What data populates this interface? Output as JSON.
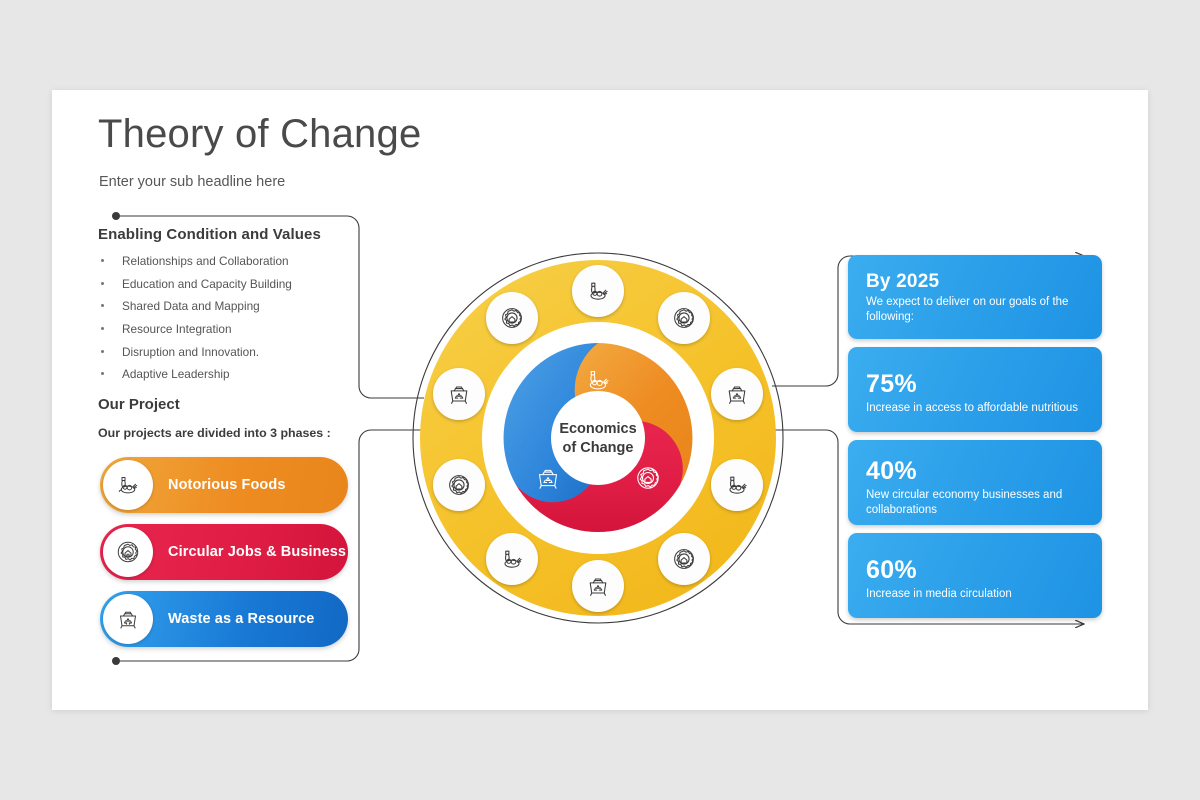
{
  "slide": {
    "title": "Theory of Change",
    "subtitle": "Enter your sub headline here"
  },
  "left": {
    "enabling_heading": "Enabling Condition and Values",
    "bullets": [
      "Relationships and Collaboration",
      "Education and Capacity Building",
      "Shared Data and Mapping",
      "Resource Integration",
      "Disruption and Innovation.",
      "Adaptive Leadership"
    ],
    "project_heading": "Our Project",
    "phases_note": "Our projects are divided into 3 phases :",
    "phases": [
      {
        "label": "Notorious Foods",
        "color": "#EE8C22",
        "icon": "groceries-icon"
      },
      {
        "label": "Circular Jobs & Business",
        "color": "#E01E45",
        "icon": "gear-home-icon"
      },
      {
        "label": "Waste as a Resource",
        "color": "#1878D4",
        "icon": "recycle-bin-icon"
      }
    ]
  },
  "wheel": {
    "center_line1": "Economics",
    "center_line2": "of Change",
    "ring_color": "#F5C22B",
    "segments": [
      {
        "name": "notorious-foods",
        "color": "#EE8C22",
        "icon": "groceries-icon"
      },
      {
        "name": "circular-jobs",
        "color": "#E01E45",
        "icon": "gear-home-icon"
      },
      {
        "name": "waste-as-a-resource",
        "color": "#2F86DB",
        "icon": "recycle-bin-icon"
      }
    ],
    "ring_icons": [
      "groceries-icon",
      "gear-home-icon",
      "recycle-bin-icon",
      "groceries-icon",
      "gear-home-icon",
      "recycle-bin-icon",
      "groceries-icon",
      "gear-home-icon",
      "recycle-bin-icon",
      "groceries-icon"
    ]
  },
  "right": {
    "cards": [
      {
        "headline": "By 2025",
        "desc": "We expect to deliver on our goals of the following:",
        "is_percent": false
      },
      {
        "headline": "75%",
        "desc": "Increase in access to affordable nutritious",
        "is_percent": true
      },
      {
        "headline": "40%",
        "desc": "New circular economy businesses and collaborations",
        "is_percent": true
      },
      {
        "headline": "60%",
        "desc": "Increase in media circulation",
        "is_percent": true
      }
    ],
    "card_color": "#2CA0E9"
  }
}
